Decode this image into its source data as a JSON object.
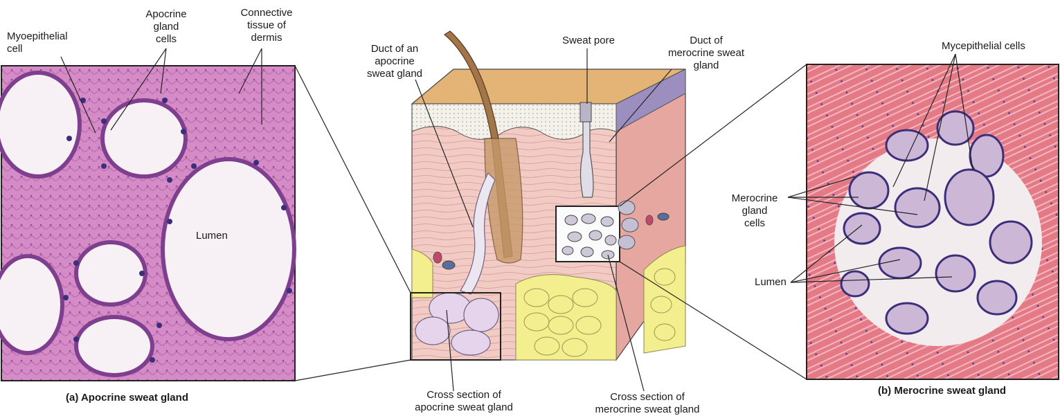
{
  "panel_a": {
    "caption": "(a) Apocrine sweat gland",
    "labels": {
      "myoepithelial": [
        "Myoepithelial",
        "cell"
      ],
      "apocrine_cells": [
        "Apocrine",
        "gland",
        "cells"
      ],
      "connective": [
        "Connective",
        "tissue of",
        "dermis"
      ],
      "lumen": "Lumen"
    }
  },
  "center": {
    "labels": {
      "duct_apocrine": [
        "Duct of an",
        "apocrine",
        "sweat gland"
      ],
      "sweat_pore": "Sweat pore",
      "duct_merocrine": [
        "Duct of",
        "merocrine sweat",
        "gland"
      ],
      "cross_apocrine": [
        "Cross section of",
        "apocrine sweat gland"
      ],
      "cross_merocrine": [
        "Cross section of",
        "merocrine sweat gland"
      ]
    }
  },
  "panel_b": {
    "caption": "(b) Merocrine sweat gland",
    "labels": {
      "myoepithelial": "Mycepithelial cells",
      "gland_cells": [
        "Merocrine",
        "gland",
        "cells"
      ],
      "lumen": "Lumen"
    }
  },
  "colors": {
    "tissue_pink": "#d98fc8",
    "lumen_white": "#f7f1f6",
    "nucleus": "#3b2e7a",
    "muscle_red": "#e0707e",
    "fat_yellow": "#f3ef8e",
    "dermis_pink": "#efc6c0",
    "epidermis_tan": "#e4b476",
    "hair_brown": "#a3754a"
  }
}
